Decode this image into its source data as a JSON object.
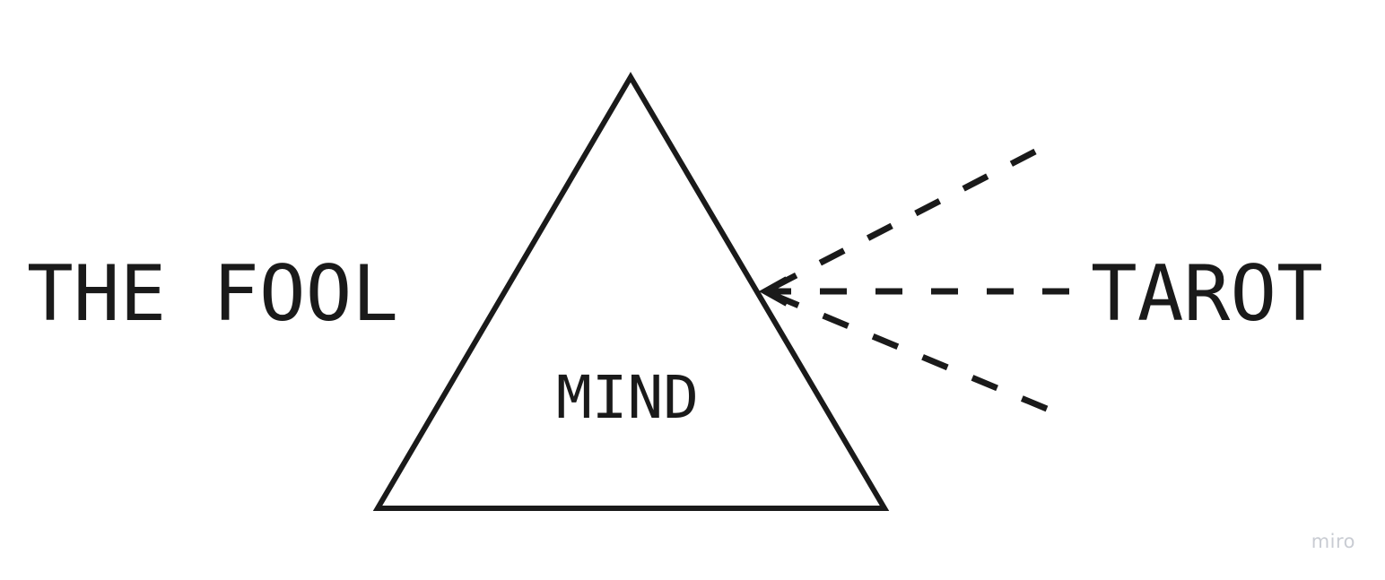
{
  "diagram": {
    "left_label": "THE FOOL",
    "right_label": "TAROT",
    "center_label": "MIND",
    "stroke_color": "#1a1a1a",
    "watermark": "miro",
    "watermark_color": "#c9ccd3",
    "edges": [
      {
        "from": "right-label",
        "to": "triangle",
        "style": "dashed",
        "arrowhead": "open"
      },
      {
        "from": "upper-right",
        "to": "triangle",
        "style": "dashed"
      },
      {
        "from": "lower-right",
        "to": "triangle",
        "style": "dashed"
      }
    ]
  }
}
